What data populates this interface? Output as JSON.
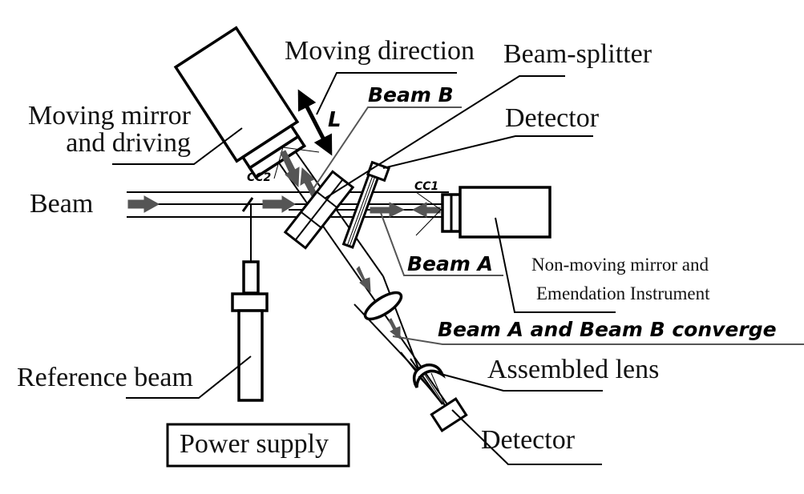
{
  "diagram": {
    "title": "Interferometer schematic",
    "colors": {
      "line": "#000000",
      "beam_arrow": "#555555",
      "background": "#ffffff"
    },
    "labels": {
      "moving_direction": "Moving direction",
      "beam_splitter": "Beam-splitter",
      "moving_mirror_line1": "Moving mirror",
      "moving_mirror_line2": "and driving",
      "beam_b": "Beam B",
      "distance_l": "L",
      "detector_top": "Detector",
      "beam": "Beam",
      "cc1": "CC1",
      "cc2": "CC2",
      "beam_a": "Beam A",
      "non_moving_line1": "Non-moving mirror and",
      "non_moving_line2": "Emendation Instrument",
      "converge": "Beam A and Beam B converge",
      "assembled_lens": "Assembled lens",
      "reference_beam": "Reference beam",
      "power_supply": "Power supply",
      "detector_bottom": "Detector"
    },
    "components": [
      {
        "name": "moving-mirror",
        "label_key": "moving_mirror_line1"
      },
      {
        "name": "beam-splitter",
        "label_key": "beam_splitter"
      },
      {
        "name": "detector-top",
        "label_key": "detector_top"
      },
      {
        "name": "non-moving-mirror",
        "label_key": "non_moving_line1"
      },
      {
        "name": "lens",
        "label_key": "converge"
      },
      {
        "name": "assembled-lens",
        "label_key": "assembled_lens"
      },
      {
        "name": "detector-bottom",
        "label_key": "detector_bottom"
      },
      {
        "name": "reference-laser",
        "label_key": "reference_beam"
      },
      {
        "name": "power-supply",
        "label_key": "power_supply"
      }
    ]
  }
}
